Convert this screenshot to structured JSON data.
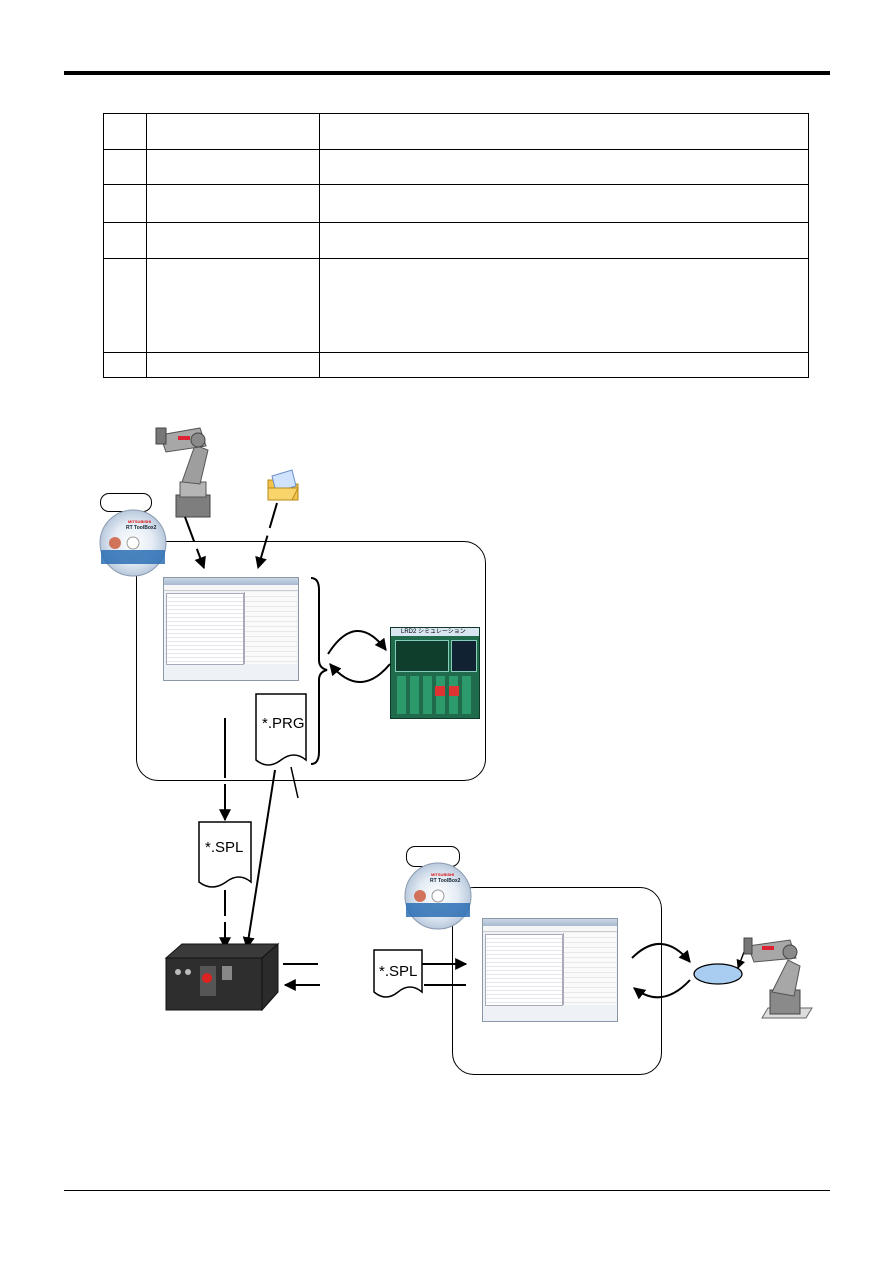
{
  "table": {
    "rows": [
      {
        "no": "",
        "item": "",
        "desc": ""
      },
      {
        "no": "",
        "item": "",
        "desc": ""
      },
      {
        "no": "",
        "item": "",
        "desc": ""
      },
      {
        "no": "",
        "item": "",
        "desc": ""
      },
      {
        "no": "",
        "item": "",
        "desc": ""
      },
      {
        "no": "",
        "item": "",
        "desc": ""
      }
    ]
  },
  "diagram": {
    "prg_file": "*.PRG",
    "spl_file_1": "*.SPL",
    "spl_file_2": "*.SPL",
    "cd_brand": "MITSUBISHI",
    "cd_title": "RT ToolBox2",
    "sim_window_title": "LRD2 シミュレーション"
  },
  "colors": {
    "rule": "#000000",
    "sim_panel": "#1f6b4c",
    "cd_blue": "#2c6fb4",
    "workpiece": "#a9cdf0"
  }
}
